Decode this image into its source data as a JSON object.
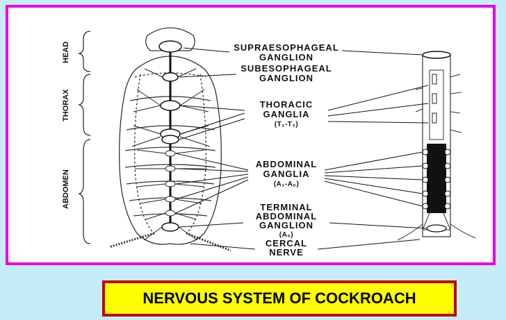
{
  "regions": {
    "head": "HEAD",
    "thorax": "THORAX",
    "abdomen": "ABDOMEN"
  },
  "labels": {
    "supraesophageal": [
      "SUPRAESOPHAGEAL",
      "GANGLION"
    ],
    "subesophageal": [
      "SUBESOPHAGEAL",
      "GANGLION"
    ],
    "thoracic": [
      "THORACIC",
      "GANGLIA",
      "(T₁-T₃)"
    ],
    "abdominal": [
      "ABDOMINAL",
      "GANGLIA",
      "(A₁-A₆)"
    ],
    "terminal": [
      "TERMINAL",
      "ABDOMINAL",
      "GANGLION",
      "(A₆)"
    ],
    "cercal": [
      "CERCAL",
      "NERVE"
    ]
  },
  "caption": "NERVOUS SYSTEM OF COCKROACH",
  "colors": {
    "frame_border": "#e600e6",
    "page_background": "#c6ecf7",
    "caption_fill": "#ffff00",
    "caption_border": "#c00000"
  }
}
